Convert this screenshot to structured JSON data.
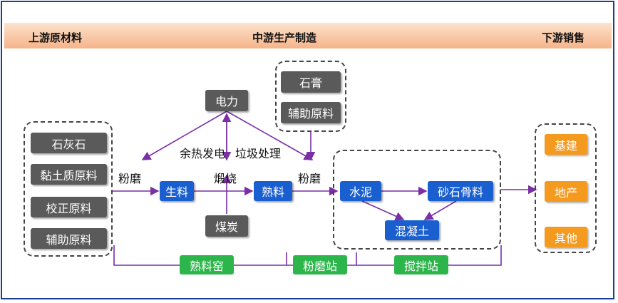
{
  "header": {
    "upstream": "上游原材料",
    "midstream": "中游生产制造",
    "downstream": "下游销售"
  },
  "raw_materials": [
    "石灰石",
    "黏土质原料",
    "校正原料",
    "辅助原料"
  ],
  "additives": [
    "石膏",
    "辅助原料"
  ],
  "power": "电力",
  "coal": "煤炭",
  "flow": {
    "grind1": "粉磨",
    "raw_meal": "生料",
    "calcine": "煅烧",
    "clinker": "熟料",
    "grind2": "粉磨",
    "waste_heat": "余热发电",
    "waste_treat": "垃圾处理"
  },
  "products": {
    "cement": "水泥",
    "aggregate": "砂石骨料",
    "concrete": "混凝土"
  },
  "stations": {
    "kiln": "熟料窑",
    "grinding": "粉磨站",
    "mixing": "搅拌站"
  },
  "downstream_uses": [
    "基建",
    "地产",
    "其他"
  ],
  "colors": {
    "gray": "#5a5a5a",
    "blue": "#1a5fd0",
    "green": "#2bb54a",
    "orange": "#f39a1f",
    "arrow": "#7a2fa6",
    "banner": "#f5b48a"
  }
}
